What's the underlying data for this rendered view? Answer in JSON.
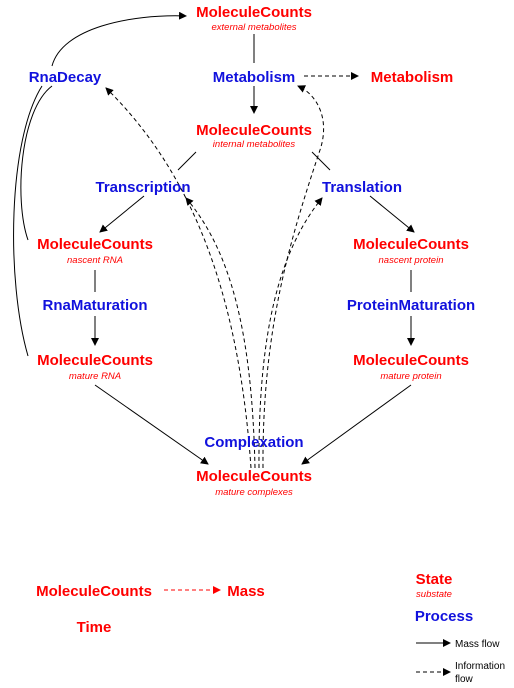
{
  "colors": {
    "state": "#ff0000",
    "process": "#1111dd",
    "edge": "#000000"
  },
  "states": {
    "external": {
      "title": "MoleculeCounts",
      "sub": "external metabolites"
    },
    "internal": {
      "title": "MoleculeCounts",
      "sub": "internal metabolites"
    },
    "nascent_rna": {
      "title": "MoleculeCounts",
      "sub": "nascent RNA"
    },
    "mature_rna": {
      "title": "MoleculeCounts",
      "sub": "mature RNA"
    },
    "nascent_protein": {
      "title": "MoleculeCounts",
      "sub": "nascent protein"
    },
    "mature_protein": {
      "title": "MoleculeCounts",
      "sub": "mature protein"
    },
    "mature_complexes": {
      "title": "MoleculeCounts",
      "sub": "mature complexes"
    },
    "metabolism_state": {
      "title": "Metabolism"
    },
    "bottom_counts": {
      "title": "MoleculeCounts"
    },
    "mass": {
      "title": "Mass"
    },
    "time": {
      "title": "Time"
    }
  },
  "processes": {
    "rna_decay": "RnaDecay",
    "metabolism": "Metabolism",
    "transcription": "Transcription",
    "translation": "Translation",
    "rna_maturation": "RnaMaturation",
    "protein_maturation": "ProteinMaturation",
    "complexation": "Complexation"
  },
  "legend": {
    "state": "State",
    "substate": "substate",
    "process": "Process",
    "mass_flow": "Mass flow",
    "info_flow_1": "Information",
    "info_flow_2": "flow"
  }
}
